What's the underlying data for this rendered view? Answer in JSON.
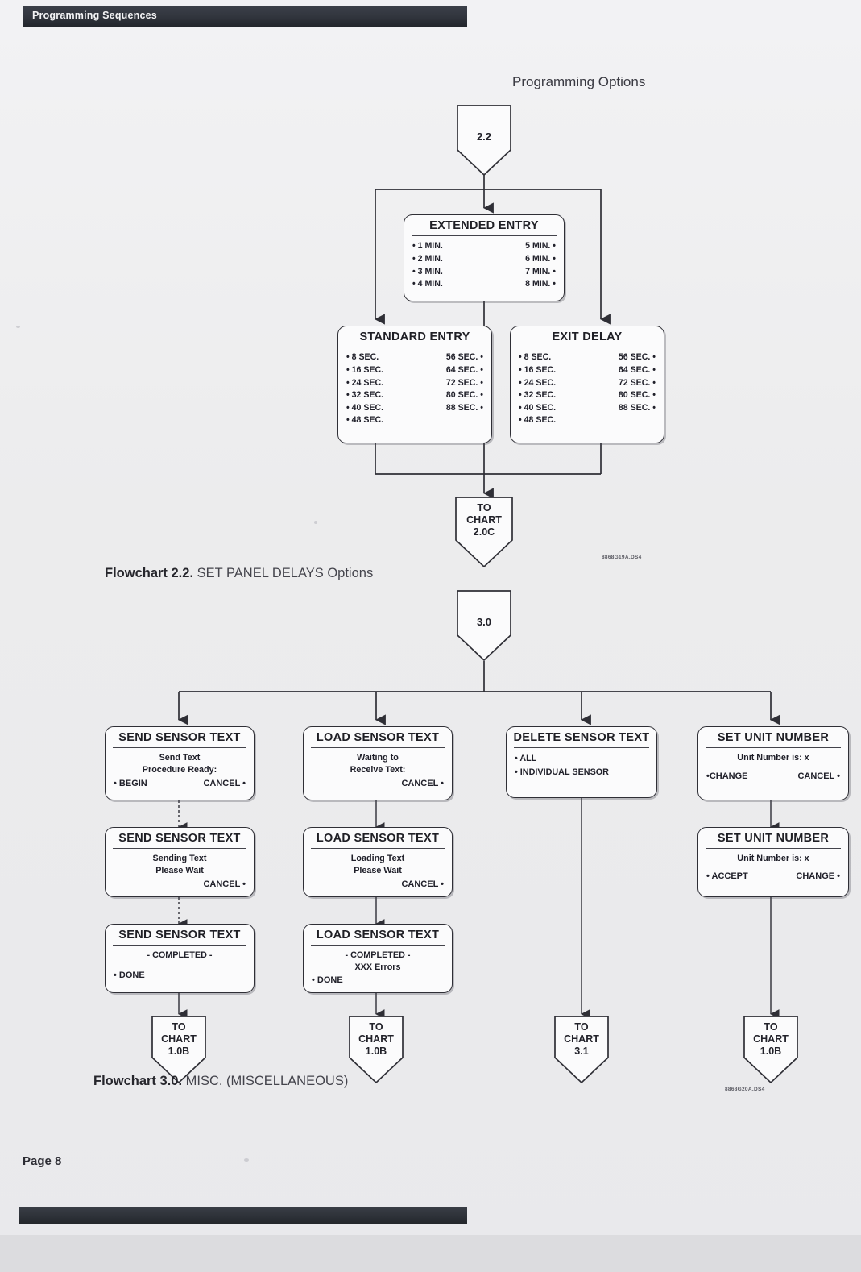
{
  "header": {
    "running_head": "Programming Sequences"
  },
  "footer": {
    "page_label": "Page 8"
  },
  "section_title": "Programming Options",
  "flowchart_22": {
    "entry_label": "2.2",
    "caption_bold": "Flowchart 2.2.",
    "caption_rest": "SET PANEL DELAYS Options",
    "ref_code": "8868G19A.DS4",
    "extended_entry": {
      "title": "EXTENDED ENTRY",
      "left": [
        "• 1 MIN.",
        "• 2 MIN.",
        "• 3 MIN.",
        "• 4 MIN."
      ],
      "right": [
        "5 MIN. •",
        "6 MIN. •",
        "7 MIN. •",
        "8 MIN. •"
      ]
    },
    "standard_entry": {
      "title": "STANDARD ENTRY",
      "left": [
        "•    8 SEC.",
        "• 16 SEC.",
        "• 24 SEC.",
        "• 32 SEC.",
        "• 40 SEC.",
        "• 48 SEC."
      ],
      "right": [
        "56 SEC. •",
        "64 SEC. •",
        "72 SEC. •",
        "80 SEC. •",
        "88 SEC. •"
      ]
    },
    "exit_delay": {
      "title": "EXIT DELAY",
      "left": [
        "•   8 SEC.",
        "• 16 SEC.",
        "• 24 SEC.",
        "• 32 SEC.",
        "• 40 SEC.",
        "• 48 SEC."
      ],
      "right": [
        "56 SEC. •",
        "64 SEC. •",
        "72 SEC. •",
        "80 SEC. •",
        "88 SEC. •"
      ]
    },
    "connector": {
      "line1": "TO",
      "line2": "CHART",
      "line3": "2.0C"
    }
  },
  "flowchart_30": {
    "entry_label": "3.0",
    "caption_bold": "Flowchart 3.0.",
    "caption_rest": "MISC. (MISCELLANEOUS)",
    "ref_code": "8868G20A.DS4",
    "send_1": {
      "title": "SEND SENSOR TEXT",
      "line1": "Send Text",
      "line2": "Procedure Ready:",
      "action_left": "• BEGIN",
      "action_right": "CANCEL •"
    },
    "send_2": {
      "title": "SEND SENSOR TEXT",
      "line1": "Sending Text",
      "line2": "Please Wait",
      "action_right": "CANCEL •"
    },
    "send_3": {
      "title": "SEND SENSOR TEXT",
      "line1": "- COMPLETED -",
      "action_left": "• DONE"
    },
    "load_1": {
      "title": "LOAD SENSOR TEXT",
      "line1": "Waiting to",
      "line2": "Receive Text:",
      "action_right": "CANCEL •"
    },
    "load_2": {
      "title": "LOAD SENSOR TEXT",
      "line1": "Loading Text",
      "line2": "Please Wait",
      "action_right": "CANCEL •"
    },
    "load_3": {
      "title": "LOAD SENSOR TEXT",
      "line1": "- COMPLETED -",
      "line2": "XXX Errors",
      "action_left": "• DONE"
    },
    "delete": {
      "title": "DELETE SENSOR TEXT",
      "items": [
        "•    ALL",
        "• INDIVIDUAL SENSOR"
      ]
    },
    "unit_1": {
      "title": "SET UNIT NUMBER",
      "line1": "Unit Number is: x",
      "action_left": "•CHANGE",
      "action_right": "CANCEL •"
    },
    "unit_2": {
      "title": "SET UNIT NUMBER",
      "line1": "Unit Number is: x",
      "action_left": "• ACCEPT",
      "action_right": "CHANGE •"
    },
    "connector_send": {
      "line1": "TO",
      "line2": "CHART",
      "line3": "1.0B"
    },
    "connector_load": {
      "line1": "TO",
      "line2": "CHART",
      "line3": "1.0B"
    },
    "connector_delete": {
      "line1": "TO",
      "line2": "CHART",
      "line3": "3.1"
    },
    "connector_unit": {
      "line1": "TO",
      "line2": "CHART",
      "line3": "1.0B"
    }
  }
}
